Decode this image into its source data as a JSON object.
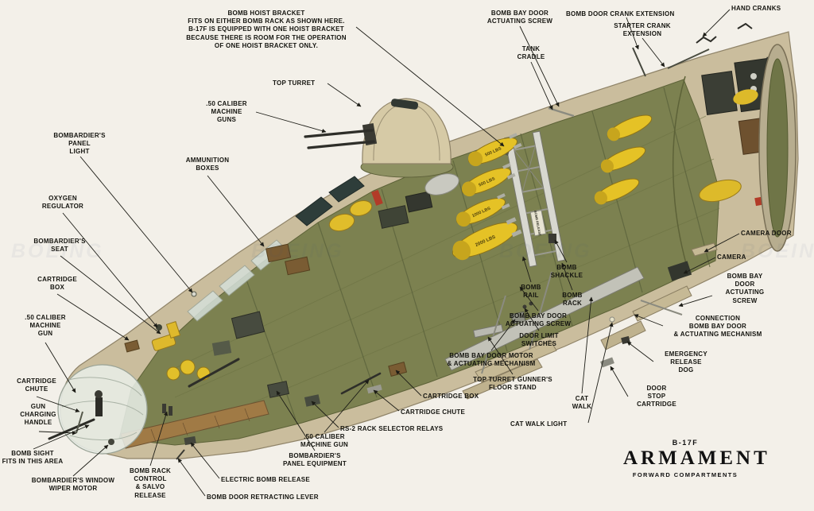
{
  "watermark": "BOEING",
  "rack_placard": "BOMB RELEASE",
  "bomb_markings": [
    "500 LBS",
    "500 LBS",
    "1000 LBS",
    "2000 LBS"
  ],
  "title_block": {
    "model": "B-17F",
    "title": "ARMAMENT",
    "subtitle": "FORWARD COMPARTMENTS"
  },
  "colors": {
    "background": "#f3f0e9",
    "skin_tan": "#cabd9d",
    "interior_olive": "#7c8150",
    "bomb_yellow": "#e5c226",
    "metal_gray": "#c9c9c2",
    "ink": "#1c1c16"
  },
  "labels": {
    "hoist_note": "BOMB HOIST BRACKET\nFITS ON EITHER BOMB RACK AS SHOWN HERE.\nB-17F IS EQUIPPED WITH ONE HOIST BRACKET\nBECAUSE THERE IS ROOM FOR THE OPERATION\nOF ONE HOIST BRACKET ONLY.",
    "bay_screw_top": "BOMB BAY DOOR\nACTUATING SCREW",
    "door_crank_ext": "BOMB DOOR CRANK EXTENSION",
    "hand_cranks": "HAND CRANKS",
    "starter_crank": "STARTER CRANK\nEXTENSION",
    "tank_cradle": "TANK\nCRADLE",
    "top_turret": "TOP TURRET",
    "cal50_guns": ".50 CALIBER\nMACHINE\nGUNS",
    "bombardier_panel_light": "BOMBARDIER'S\nPANEL\nLIGHT",
    "ammo_boxes": "AMMUNITION\nBOXES",
    "oxygen_regulator": "OXYGEN\nREGULATOR",
    "bombardier_seat": "BOMBARDIER'S\nSEAT",
    "cartridge_box_left": "CARTRIDGE\nBOX",
    "cal50_gun_left": ".50 CALIBER\nMACHINE\nGUN",
    "cartridge_chute_left": "CARTRIDGE\nCHUTE",
    "gun_charging_handle": "GUN\nCHARGING\nHANDLE",
    "bomb_sight": "BOMB SIGHT\nFITS IN THIS AREA",
    "window_wiper_motor": "BOMBARDIER'S WINDOW\nWIPER MOTOR",
    "bomb_rack_control": "BOMB RACK\nCONTROL\n& SALVO\nRELEASE",
    "electric_bomb_release": "ELECTRIC BOMB RELEASE",
    "bomb_door_retracting_lever": "BOMB DOOR RETRACTING LEVER",
    "bombardier_panel_equipment": "BOMBARDIER'S\nPANEL EQUIPMENT",
    "cal50_gun_bottom": ".50 CALIBER\nMACHINE GUN",
    "rs2_relays": "RS-2 RACK SELECTOR RELAYS",
    "cartridge_box_mid": "CARTRIDGE BOX",
    "cartridge_chute_mid": "CARTRIDGE CHUTE",
    "floor_stand": "TOP TURRET GUNNER'S\nFLOOR STAND",
    "bay_door_motor": "BOMB BAY DOOR MOTOR\n& ACTUATING MECHANISM",
    "door_limit_switches": "DOOR LIMIT\nSWITCHES",
    "bay_screw_mid": "BOMB BAY DOOR\nACTUATING SCREW",
    "bomb_rail": "BOMB\nRAIL",
    "bomb_rack": "BOMB\nRACK",
    "bomb_shackle": "BOMB\nSHACKLE",
    "cat_walk": "CAT\nWALK",
    "cat_walk_light": "CAT WALK LIGHT",
    "camera_door": "CAMERA DOOR",
    "camera": "CAMERA",
    "bay_screw_right": "BOMB BAY\nDOOR\nACTUATING\nSCREW",
    "connection_bay_door": "CONNECTION\nBOMB BAY DOOR\n& ACTUATING MECHANISM",
    "emergency_release_dog": "EMERGENCY\nRELEASE\nDOG",
    "door_stop_cartridge": "DOOR\nSTOP\nCARTRIDGE"
  }
}
